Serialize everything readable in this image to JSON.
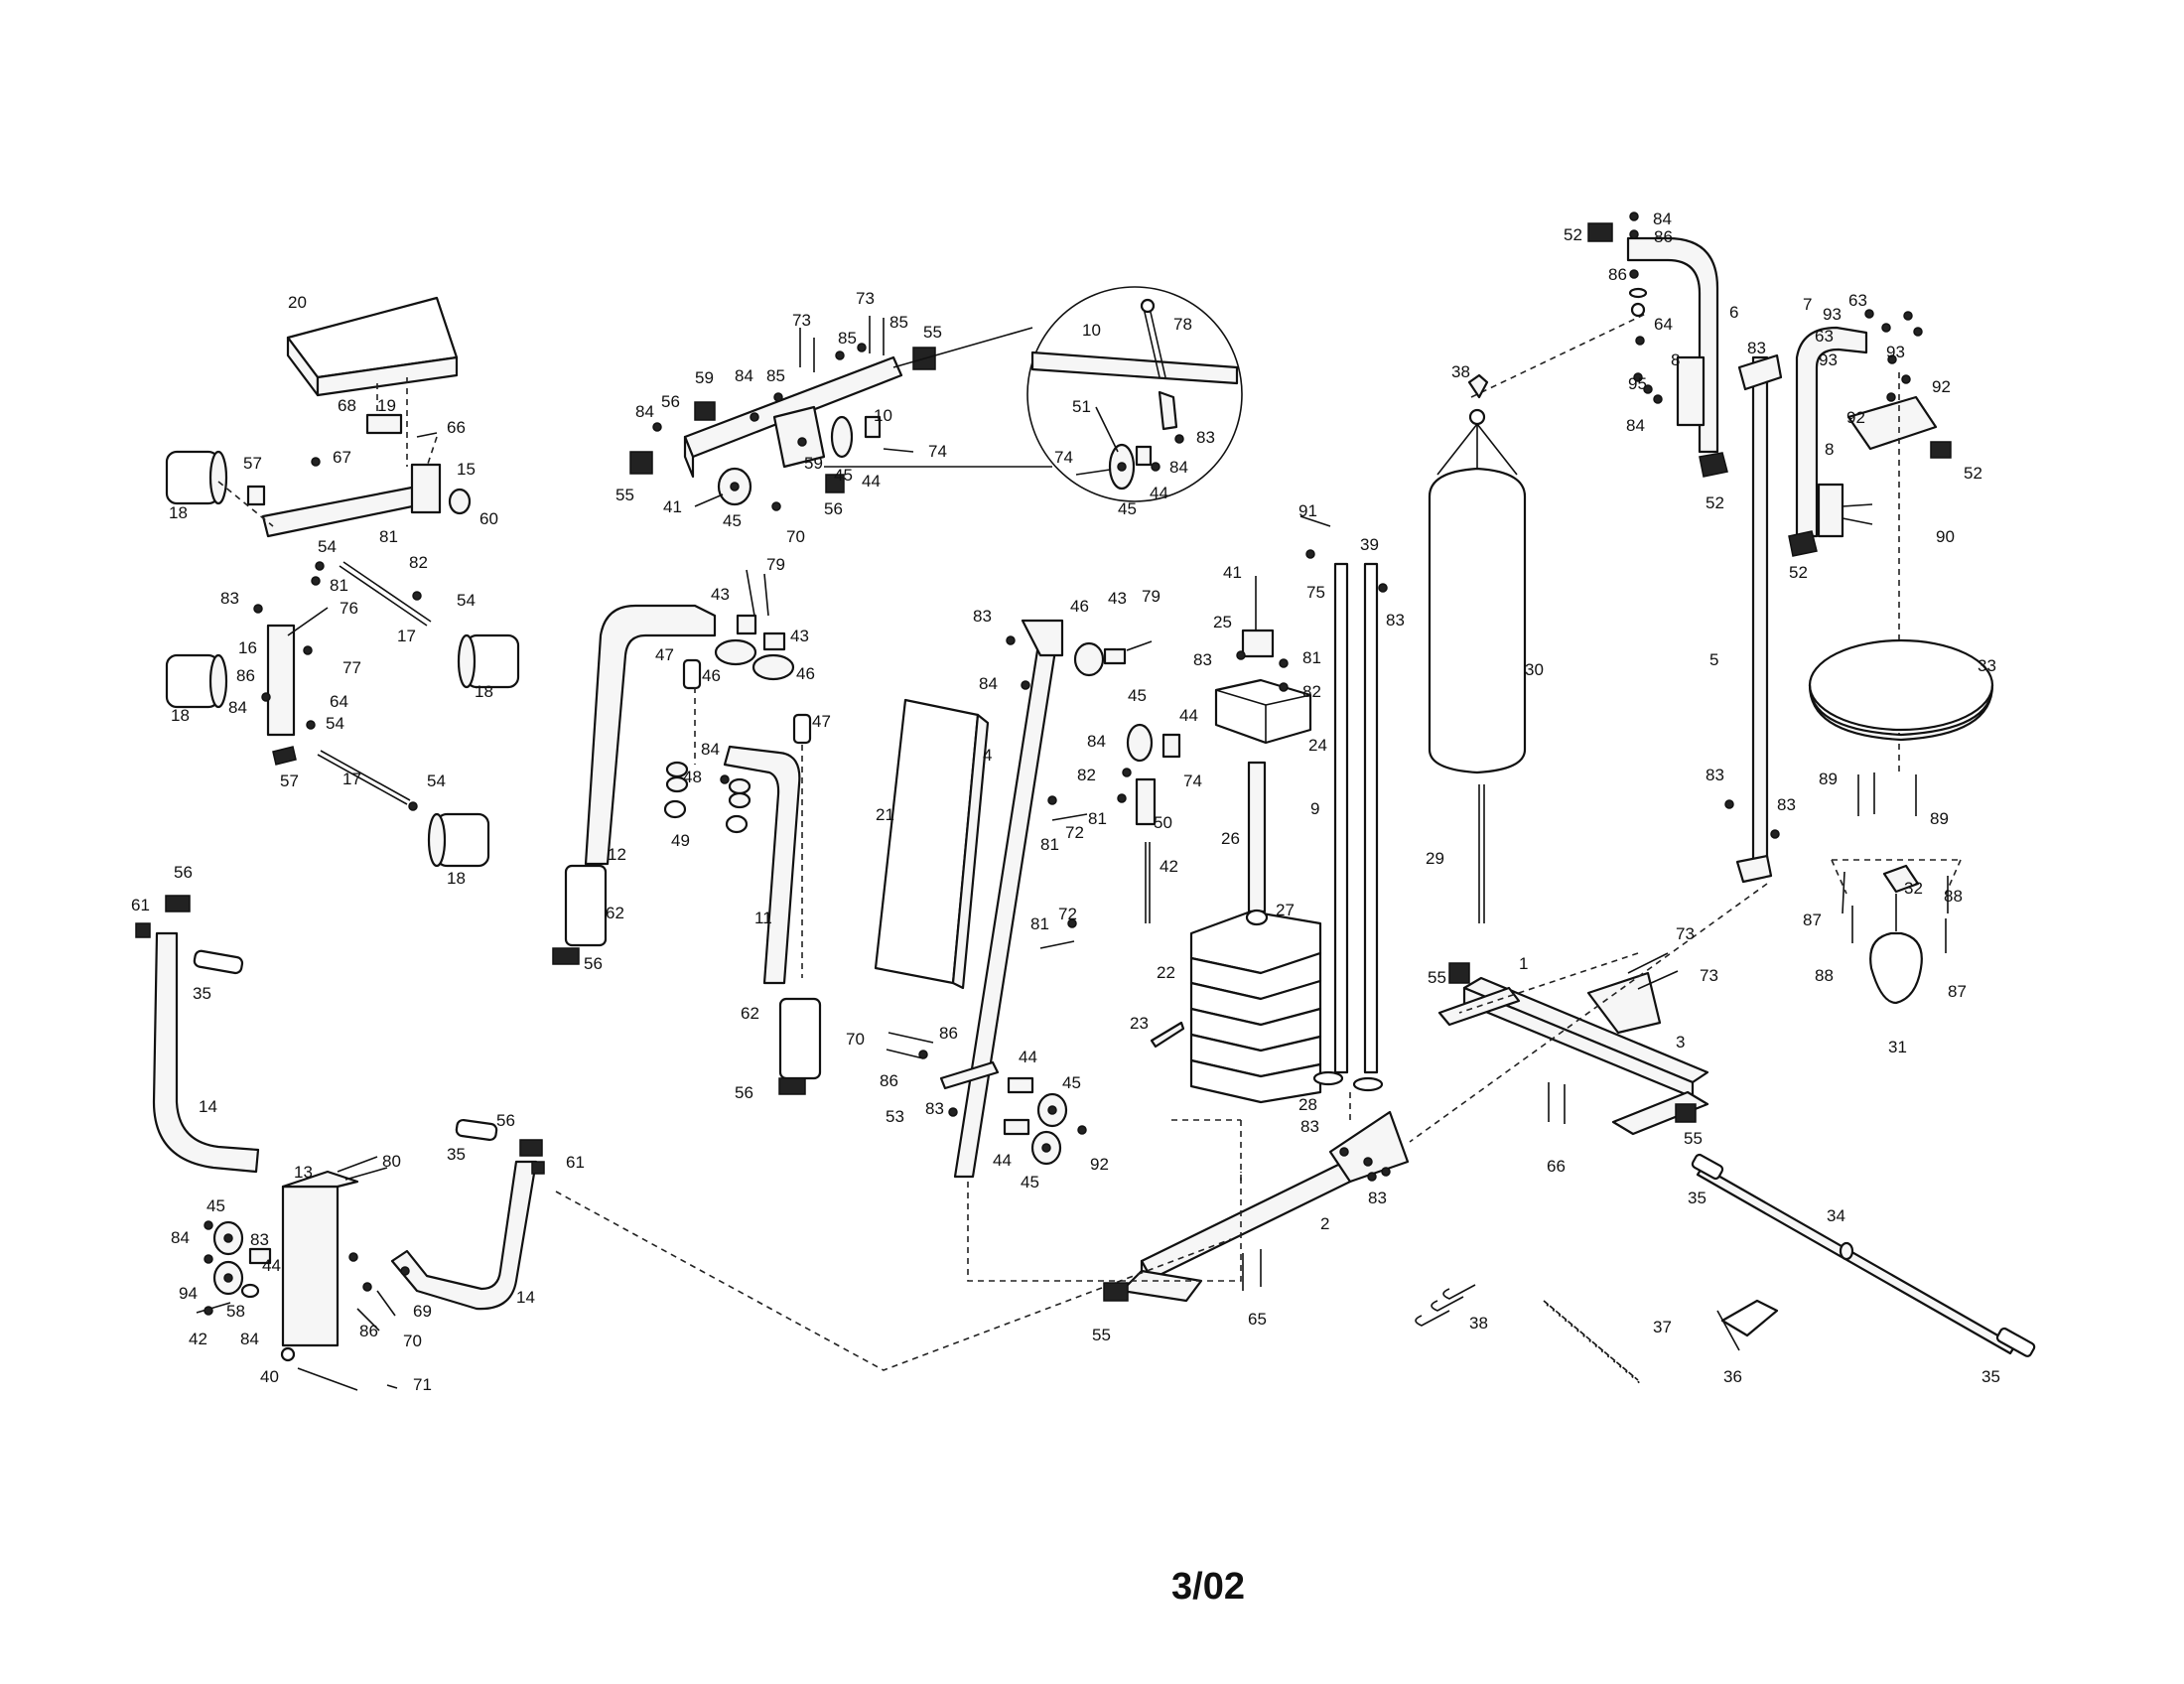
{
  "footer": {
    "date_code": "3/02"
  },
  "labels": [
    {
      "id": "l20",
      "text": "20"
    },
    {
      "id": "l68",
      "text": "68"
    },
    {
      "id": "l19",
      "text": "19"
    },
    {
      "id": "l66a",
      "text": "66"
    },
    {
      "id": "l67",
      "text": "67"
    },
    {
      "id": "l15",
      "text": "15"
    },
    {
      "id": "l57a",
      "text": "57"
    },
    {
      "id": "l18a",
      "text": "18"
    },
    {
      "id": "l60",
      "text": "60"
    },
    {
      "id": "l81a",
      "text": "81"
    },
    {
      "id": "l54a",
      "text": "54"
    },
    {
      "id": "l82a",
      "text": "82"
    },
    {
      "id": "l81b",
      "text": "81"
    },
    {
      "id": "l76",
      "text": "76"
    },
    {
      "id": "l83a",
      "text": "83"
    },
    {
      "id": "l17a",
      "text": "17"
    },
    {
      "id": "l54b",
      "text": "54"
    },
    {
      "id": "l18b",
      "text": "18"
    },
    {
      "id": "l16",
      "text": "16"
    },
    {
      "id": "l77",
      "text": "77"
    },
    {
      "id": "l64a",
      "text": "64"
    },
    {
      "id": "l86a",
      "text": "86"
    },
    {
      "id": "l18c",
      "text": "18"
    },
    {
      "id": "l84a",
      "text": "84"
    },
    {
      "id": "l54c",
      "text": "54"
    },
    {
      "id": "l57b",
      "text": "57"
    },
    {
      "id": "l17b",
      "text": "17"
    },
    {
      "id": "l54d",
      "text": "54"
    },
    {
      "id": "l18d",
      "text": "18"
    },
    {
      "id": "l73a",
      "text": "73"
    },
    {
      "id": "l73b",
      "text": "73"
    },
    {
      "id": "l85a",
      "text": "85"
    },
    {
      "id": "l85b",
      "text": "85"
    },
    {
      "id": "l55a",
      "text": "55"
    },
    {
      "id": "l84b",
      "text": "84"
    },
    {
      "id": "l59a",
      "text": "59"
    },
    {
      "id": "l56a",
      "text": "56"
    },
    {
      "id": "l84c",
      "text": "84"
    },
    {
      "id": "l85c",
      "text": "85"
    },
    {
      "id": "l10a",
      "text": "10"
    },
    {
      "id": "l74a",
      "text": "74"
    },
    {
      "id": "l59b",
      "text": "59"
    },
    {
      "id": "l45a",
      "text": "45"
    },
    {
      "id": "l44a",
      "text": "44"
    },
    {
      "id": "l55b",
      "text": "55"
    },
    {
      "id": "l56b",
      "text": "56"
    },
    {
      "id": "l41a",
      "text": "41"
    },
    {
      "id": "l45b",
      "text": "45"
    },
    {
      "id": "l70a",
      "text": "70"
    },
    {
      "id": "l10b",
      "text": "10"
    },
    {
      "id": "l78",
      "text": "78"
    },
    {
      "id": "l51",
      "text": "51"
    },
    {
      "id": "l83b",
      "text": "83"
    },
    {
      "id": "l74b",
      "text": "74"
    },
    {
      "id": "l84d",
      "text": "84"
    },
    {
      "id": "l45c",
      "text": "45"
    },
    {
      "id": "l44b",
      "text": "44"
    },
    {
      "id": "l79a",
      "text": "79"
    },
    {
      "id": "l43a",
      "text": "43"
    },
    {
      "id": "l43b",
      "text": "43"
    },
    {
      "id": "l47a",
      "text": "47"
    },
    {
      "id": "l46a",
      "text": "46"
    },
    {
      "id": "l46b",
      "text": "46"
    },
    {
      "id": "l47b",
      "text": "47"
    },
    {
      "id": "l84e",
      "text": "84"
    },
    {
      "id": "l48",
      "text": "48"
    },
    {
      "id": "l49",
      "text": "49"
    },
    {
      "id": "l12",
      "text": "12"
    },
    {
      "id": "l62a",
      "text": "62"
    },
    {
      "id": "l56c",
      "text": "56"
    },
    {
      "id": "l11",
      "text": "11"
    },
    {
      "id": "l62b",
      "text": "62"
    },
    {
      "id": "l56d",
      "text": "56"
    },
    {
      "id": "l83c",
      "text": "83"
    },
    {
      "id": "l84f",
      "text": "84"
    },
    {
      "id": "l46c",
      "text": "46"
    },
    {
      "id": "l43c",
      "text": "43"
    },
    {
      "id": "l79b",
      "text": "79"
    },
    {
      "id": "l4",
      "text": "4"
    },
    {
      "id": "l45d",
      "text": "45"
    },
    {
      "id": "l44c",
      "text": "44"
    },
    {
      "id": "l84g",
      "text": "84"
    },
    {
      "id": "l74c",
      "text": "74"
    },
    {
      "id": "l82b",
      "text": "82"
    },
    {
      "id": "l81c",
      "text": "81"
    },
    {
      "id": "l50",
      "text": "50"
    },
    {
      "id": "l21",
      "text": "21"
    },
    {
      "id": "l81d",
      "text": "81"
    },
    {
      "id": "l72a",
      "text": "72"
    },
    {
      "id": "l42a",
      "text": "42"
    },
    {
      "id": "l81e",
      "text": "81"
    },
    {
      "id": "l72b",
      "text": "72"
    },
    {
      "id": "l70b",
      "text": "70"
    },
    {
      "id": "l86b",
      "text": "86"
    },
    {
      "id": "l86c",
      "text": "86"
    },
    {
      "id": "l53",
      "text": "53"
    },
    {
      "id": "l83d",
      "text": "83"
    },
    {
      "id": "l44d",
      "text": "44"
    },
    {
      "id": "l45e",
      "text": "45"
    },
    {
      "id": "l44e",
      "text": "44"
    },
    {
      "id": "l92a",
      "text": "92"
    },
    {
      "id": "l45f",
      "text": "45"
    },
    {
      "id": "l91",
      "text": "91"
    },
    {
      "id": "l39",
      "text": "39"
    },
    {
      "id": "l41b",
      "text": "41"
    },
    {
      "id": "l75",
      "text": "75"
    },
    {
      "id": "l83e",
      "text": "83"
    },
    {
      "id": "l25",
      "text": "25"
    },
    {
      "id": "l83f",
      "text": "83"
    },
    {
      "id": "l81f",
      "text": "81"
    },
    {
      "id": "l82c",
      "text": "82"
    },
    {
      "id": "l24",
      "text": "24"
    },
    {
      "id": "l26",
      "text": "26"
    },
    {
      "id": "l9",
      "text": "9"
    },
    {
      "id": "l27",
      "text": "27"
    },
    {
      "id": "l22",
      "text": "22"
    },
    {
      "id": "l23",
      "text": "23"
    },
    {
      "id": "l28",
      "text": "28"
    },
    {
      "id": "l83g",
      "text": "83"
    },
    {
      "id": "l83h",
      "text": "83"
    },
    {
      "id": "l38a",
      "text": "38"
    },
    {
      "id": "l30",
      "text": "30"
    },
    {
      "id": "l29",
      "text": "29"
    },
    {
      "id": "l55c",
      "text": "55"
    },
    {
      "id": "l1",
      "text": "1"
    },
    {
      "id": "l73c",
      "text": "73"
    },
    {
      "id": "l73d",
      "text": "73"
    },
    {
      "id": "l3",
      "text": "3"
    },
    {
      "id": "l66b",
      "text": "66"
    },
    {
      "id": "l55d",
      "text": "55"
    },
    {
      "id": "l2",
      "text": "2"
    },
    {
      "id": "l65",
      "text": "65"
    },
    {
      "id": "l55e",
      "text": "55"
    },
    {
      "id": "l38b",
      "text": "38"
    },
    {
      "id": "l37",
      "text": "37"
    },
    {
      "id": "l36",
      "text": "36"
    },
    {
      "id": "l35a",
      "text": "35"
    },
    {
      "id": "l34",
      "text": "34"
    },
    {
      "id": "l35b",
      "text": "35"
    },
    {
      "id": "l52a",
      "text": "52"
    },
    {
      "id": "l84h",
      "text": "84"
    },
    {
      "id": "l86d",
      "text": "86"
    },
    {
      "id": "l86e",
      "text": "86"
    },
    {
      "id": "l6",
      "text": "6"
    },
    {
      "id": "l64b",
      "text": "64"
    },
    {
      "id": "l83i",
      "text": "83"
    },
    {
      "id": "l8a",
      "text": "8"
    },
    {
      "id": "l95",
      "text": "95"
    },
    {
      "id": "l84i",
      "text": "84"
    },
    {
      "id": "l52b",
      "text": "52"
    },
    {
      "id": "l7",
      "text": "7"
    },
    {
      "id": "l63a",
      "text": "63"
    },
    {
      "id": "l93a",
      "text": "93"
    },
    {
      "id": "l63b",
      "text": "63"
    },
    {
      "id": "l93b",
      "text": "93"
    },
    {
      "id": "l93c",
      "text": "93"
    },
    {
      "id": "l92b",
      "text": "92"
    },
    {
      "id": "l92c",
      "text": "92"
    },
    {
      "id": "l52c",
      "text": "52"
    },
    {
      "id": "l8b",
      "text": "8"
    },
    {
      "id": "l90",
      "text": "90"
    },
    {
      "id": "l52d",
      "text": "52"
    },
    {
      "id": "l5",
      "text": "5"
    },
    {
      "id": "l33",
      "text": "33"
    },
    {
      "id": "l83j",
      "text": "83"
    },
    {
      "id": "l83k",
      "text": "83"
    },
    {
      "id": "l89a",
      "text": "89"
    },
    {
      "id": "l89b",
      "text": "89"
    },
    {
      "id": "l32",
      "text": "32"
    },
    {
      "id": "l87a",
      "text": "87"
    },
    {
      "id": "l88a",
      "text": "88"
    },
    {
      "id": "l88b",
      "text": "88"
    },
    {
      "id": "l31",
      "text": "31"
    },
    {
      "id": "l87b",
      "text": "87"
    },
    {
      "id": "l61a",
      "text": "61"
    },
    {
      "id": "l56e",
      "text": "56"
    },
    {
      "id": "l35c",
      "text": "35"
    },
    {
      "id": "l14a",
      "text": "14"
    },
    {
      "id": "l56f",
      "text": "56"
    },
    {
      "id": "l35d",
      "text": "35"
    },
    {
      "id": "l61b",
      "text": "61"
    },
    {
      "id": "l13",
      "text": "13"
    },
    {
      "id": "l80",
      "text": "80"
    },
    {
      "id": "l45g",
      "text": "45"
    },
    {
      "id": "l83l",
      "text": "83"
    },
    {
      "id": "l84j",
      "text": "84"
    },
    {
      "id": "l44f",
      "text": "44"
    },
    {
      "id": "l94",
      "text": "94"
    },
    {
      "id": "l58",
      "text": "58"
    },
    {
      "id": "l42b",
      "text": "42"
    },
    {
      "id": "l84k",
      "text": "84"
    },
    {
      "id": "l86f",
      "text": "86"
    },
    {
      "id": "l69",
      "text": "69"
    },
    {
      "id": "l70c",
      "text": "70"
    },
    {
      "id": "l14b",
      "text": "14"
    },
    {
      "id": "l40",
      "text": "40"
    },
    {
      "id": "l71",
      "text": "71"
    }
  ]
}
